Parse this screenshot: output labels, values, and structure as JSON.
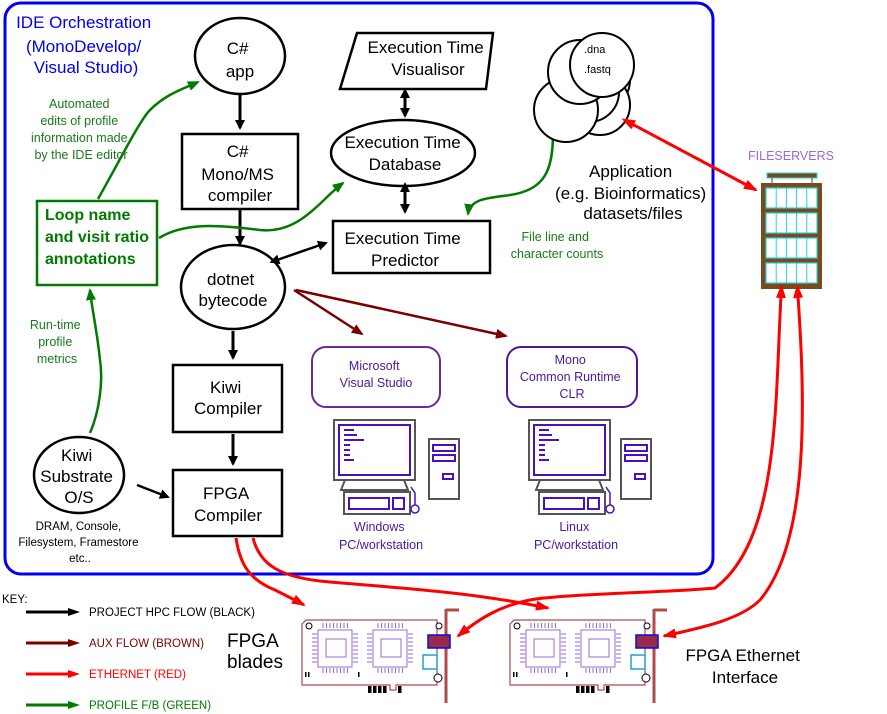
{
  "ide_box": {
    "title_lines": [
      "IDE Orchestration",
      "(MonoDevelop/",
      "Visual Studio)"
    ]
  },
  "nodes": {
    "csharp_app": [
      "C#",
      "app"
    ],
    "csharp_compiler": [
      "C#",
      "Mono/MS",
      "compiler"
    ],
    "dotnet_bytecode": [
      "dotnet",
      "bytecode"
    ],
    "kiwi_compiler": [
      "Kiwi",
      "Compiler"
    ],
    "fpga_compiler": [
      "FPGA",
      "Compiler"
    ],
    "kiwi_substrate": [
      "Kiwi",
      "Substrate",
      "O/S"
    ],
    "kiwi_substrate_note": [
      "DRAM, Console,",
      "Filesystem, Framestore",
      "etc.."
    ],
    "exec_visualisor": [
      "Execution Time",
      "Visualisor"
    ],
    "exec_database": [
      "Execution Time",
      "Database"
    ],
    "exec_predictor": [
      "Execution Time",
      "Predictor"
    ],
    "loop_annotations": [
      "Loop name",
      "and visit ratio",
      "annotations"
    ],
    "datasets_files": [
      ".dna",
      ".fastq"
    ],
    "application_label": [
      "Application",
      "(e.g. Bioinformatics)",
      "datasets/files"
    ]
  },
  "annotations": {
    "automated_edits": [
      "Automated",
      "edits of profile",
      "information made",
      "by the IDE editor"
    ],
    "runtime_metrics": [
      "Run-time",
      "profile",
      "metrics"
    ],
    "file_counts": [
      "File line and",
      "character counts"
    ]
  },
  "runtimes": {
    "ms_vs": [
      "Microsoft",
      "Visual Studio"
    ],
    "mono_clr": [
      "Mono",
      "Common Runtime",
      "CLR"
    ],
    "windows_pc": [
      "Windows",
      "PC/workstation"
    ],
    "linux_pc": [
      "Linux",
      "PC/workstation"
    ]
  },
  "fileservers": {
    "label": "FILESERVERS"
  },
  "fpga": {
    "blades_label": [
      "FPGA",
      "blades"
    ],
    "ethernet_label": [
      "FPGA Ethernet",
      "Interface"
    ]
  },
  "key": {
    "title": "KEY:",
    "items": [
      {
        "label": "PROJECT HPC FLOW (BLACK)",
        "color": "#000000"
      },
      {
        "label": "AUX FLOW (BROWN)",
        "color": "#7a0000"
      },
      {
        "label": "ETHERNET (RED)",
        "color": "#ff0000"
      },
      {
        "label": "PROFILE F/B (GREEN)",
        "color": "#007a00"
      }
    ]
  },
  "colors": {
    "ide_border": "#0000ee",
    "flow_black": "#000000",
    "flow_brown": "#7a0000",
    "flow_red": "#ff0000",
    "flow_green": "#007a00",
    "runtime_purple": "#5a1a9a",
    "fileserver_brown": "#7a4a1a",
    "fileserver_cyan": "#22d4e8",
    "card_outline": "#b04a4a",
    "chip_purple": "#9a6ad0"
  }
}
